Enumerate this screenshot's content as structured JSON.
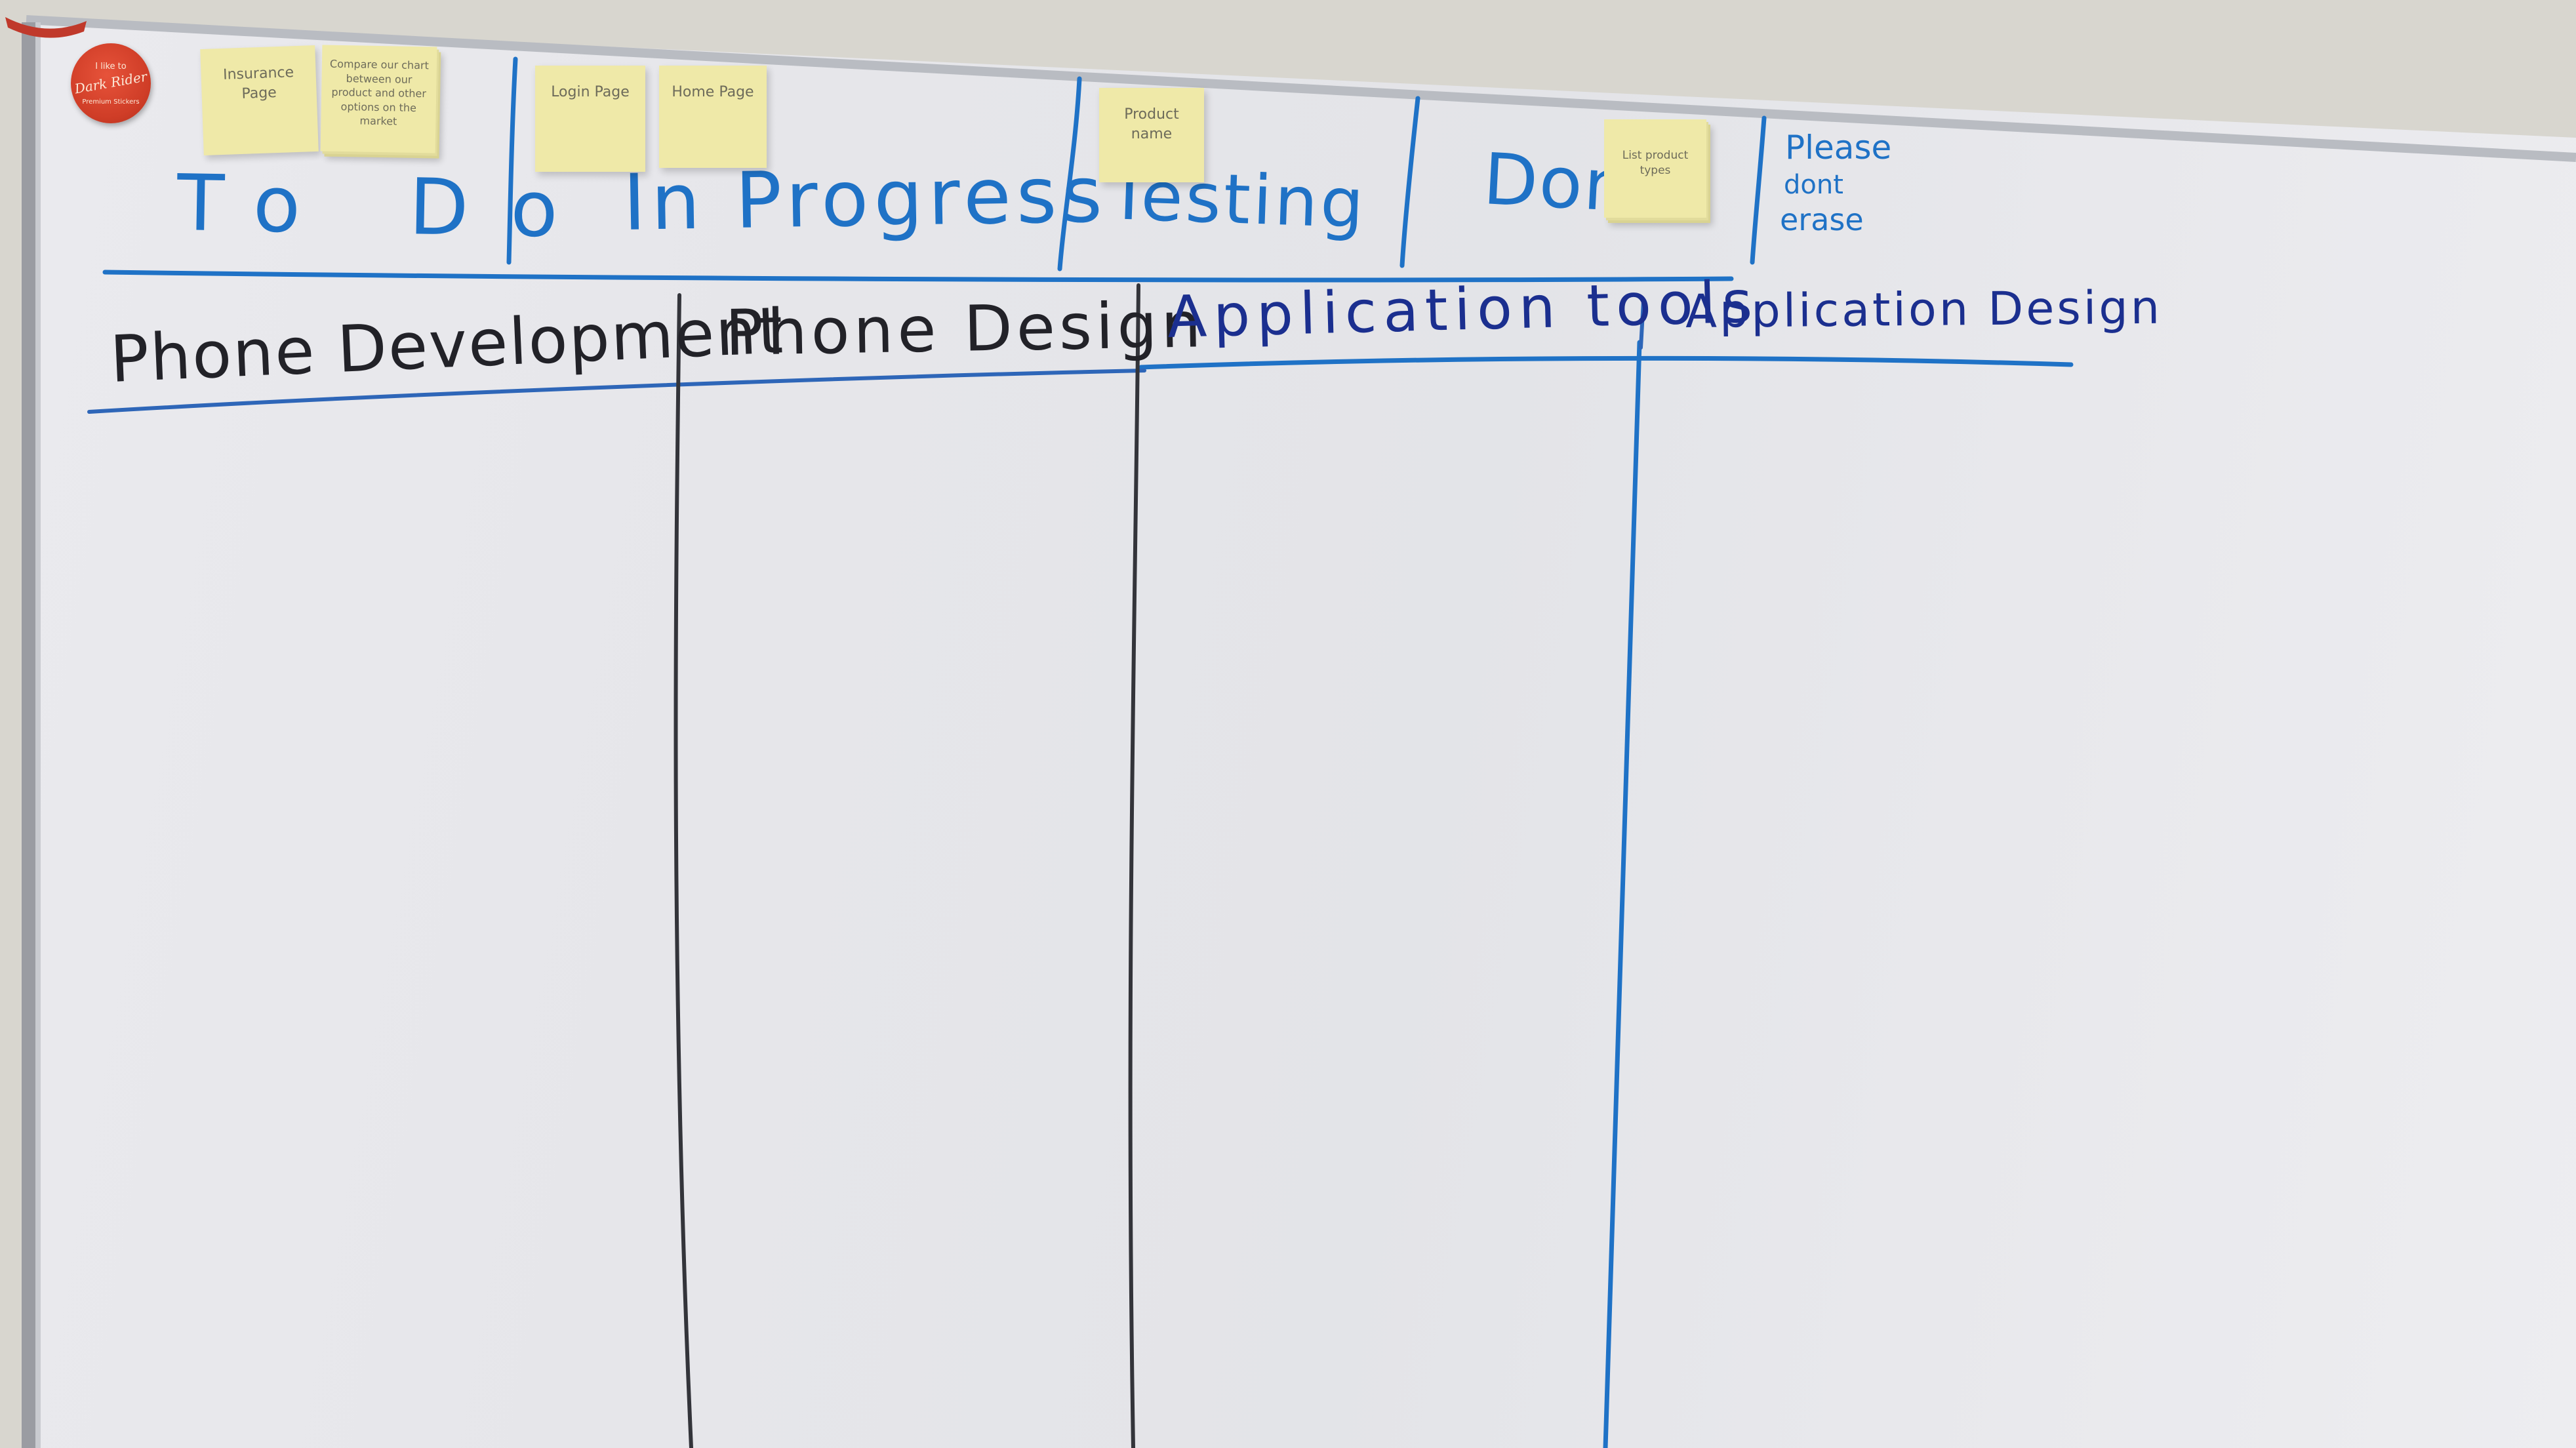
{
  "board": {
    "status_columns": {
      "todo": "To Do",
      "in_progress": "In Progress",
      "testing": "Testing",
      "done": "Done"
    },
    "note": {
      "line1": "Please",
      "line2": "dont",
      "line3": "erase"
    },
    "project_lanes": {
      "lane1": "Phone Development",
      "lane2": "Phone Design",
      "lane3": "Application tools",
      "lane4": "Application Design"
    },
    "sticky_notes": {
      "todo_1": "Insurance Page",
      "todo_2": "Compare our chart between our product and other options on the market",
      "progress_1": "Login Page",
      "progress_2": "Home Page",
      "testing_1": "Product name",
      "done_1": "List product types"
    },
    "magnet": {
      "line1": "I like to",
      "line2": "Dark Rider",
      "line3": "Premium Stickers"
    }
  },
  "colors": {
    "blue_marker": "#1f72c6",
    "navy_marker": "#1b2f8f",
    "black_marker": "#222228",
    "sticky_yellow": "#efe9a8",
    "magnet_red": "#cf3d27"
  }
}
